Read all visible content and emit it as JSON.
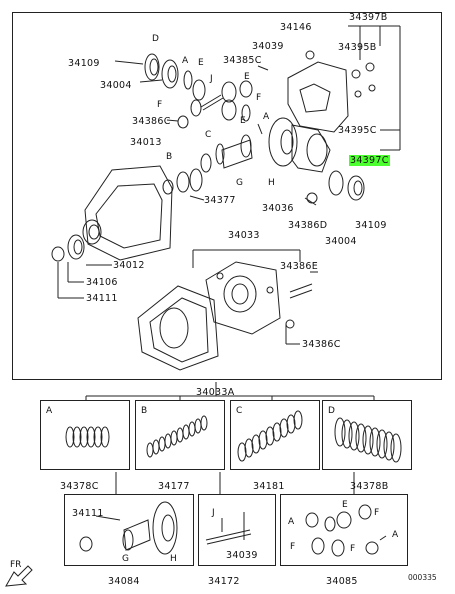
{
  "colors": {
    "highlight": "#4cff2e",
    "ink": "#222222"
  },
  "callouts": {
    "p34109a": "34109",
    "p34004a": "34004",
    "p34385c": "34385C",
    "p34386c_a": "34386C",
    "p34013": "34013",
    "p34146": "34146",
    "p34397b": "34397B",
    "p34395b": "34395B",
    "p34039": "34039",
    "p34395c": "34395C",
    "p34397c": "34397C",
    "p34036": "34036",
    "p34386d": "34386D",
    "p34109b": "34109",
    "p34004b": "34004",
    "p34377": "34377",
    "p34012": "34012",
    "p34106": "34106",
    "p34111": "34111",
    "p34033": "34033",
    "p34386e": "34386E",
    "p34386c_b": "34386C",
    "p34033a": "34033A"
  },
  "letters": {
    "D": "D",
    "A": "A",
    "E": "E",
    "J": "J",
    "F": "F",
    "B": "B",
    "C": "C",
    "G": "G",
    "H": "H"
  },
  "kit_boxes": [
    {
      "letter": "A",
      "part": "34378C"
    },
    {
      "letter": "B",
      "part": "34177"
    },
    {
      "letter": "C",
      "part": "34181"
    },
    {
      "letter": "D",
      "part": "34378B"
    }
  ],
  "lower_boxes": {
    "gear_box": {
      "part": "34084",
      "inner_part": "34111",
      "letter_g": "G",
      "letter_h": "H"
    },
    "pin_box": {
      "part": "34172",
      "inner_part": "34039",
      "letter_j": "J"
    },
    "diff_box": {
      "part": "34085",
      "letter_a1": "A",
      "letter_a2": "A",
      "letter_e": "E",
      "letter_f1": "F",
      "letter_f2": "F",
      "letter_f3": "F"
    }
  },
  "footer": {
    "front_mark": "FR",
    "diagram_id": "000335"
  }
}
